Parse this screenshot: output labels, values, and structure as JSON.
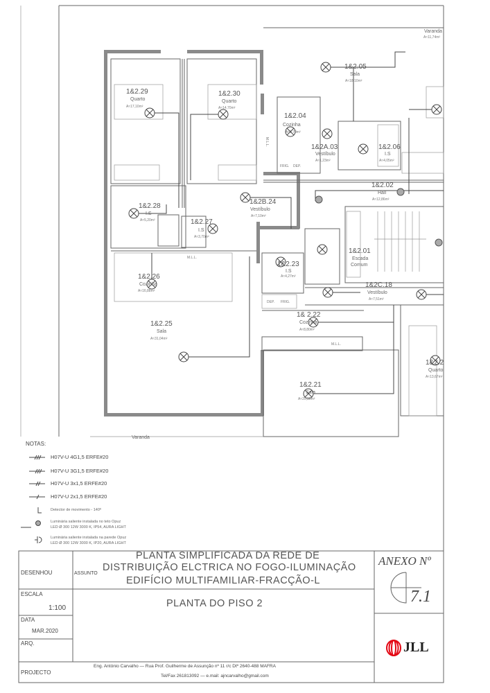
{
  "plan": {
    "rooms": [
      {
        "id": "1&2.29",
        "name": "Quarto",
        "area": "A≈17,10m²"
      },
      {
        "id": "1&2.30",
        "name": "Quarto",
        "area": "A≈14,70m²"
      },
      {
        "id": "1&2.04",
        "name": "Cozinha",
        "area": "A≈9,70m²"
      },
      {
        "id": "1&2.05",
        "name": "Sala",
        "area": "A≈18,10m²"
      },
      {
        "id": "1&2A.03",
        "name": "Vestíbulo",
        "area": "A≈1,23m²"
      },
      {
        "id": "1&2.06",
        "name": "I.S",
        "area": "A≈4,05m²"
      },
      {
        "id": "1&2.02",
        "name": "Hall",
        "area": "A≈12,86m²"
      },
      {
        "id": "1&2.28",
        "name": "I.S",
        "area": "A≈5,20m²"
      },
      {
        "id": "1&2.27",
        "name": "I.S",
        "area": "A≈3,70m²"
      },
      {
        "id": "1&2B.24",
        "name": "Vestíbulo",
        "area": "A≈7,10m²"
      },
      {
        "id": "1&2.01",
        "name": "Escada",
        "area": "Comum"
      },
      {
        "id": "1&2.23",
        "name": "I.S",
        "area": "A≈4,27m²"
      },
      {
        "id": "1&2.26",
        "name": "Cozinha",
        "area": "A≈16,88m²"
      },
      {
        "id": "1&2C.18",
        "name": "Vestíbulo",
        "area": "A≈7,51m²"
      },
      {
        "id": "1& 2.22",
        "name": "Cozinha",
        "area": "A≈8,80m²"
      },
      {
        "id": "1&2.25",
        "name": "Sala",
        "area": "A≈31,04m²"
      },
      {
        "id": "1&2.21",
        "name": "Sala",
        "area": "A≈25,36m²"
      },
      {
        "id": "1&2.2",
        "name": "Quarto",
        "area": "A≈13,67m²"
      }
    ],
    "varanda_top": "Varanda",
    "varanda_top_area": "A≈11,74m²",
    "varanda_bottom": "Varanda",
    "fixtures": {
      "mll": "M.L.L.",
      "frig": "FRIG.",
      "dep": "DEP."
    }
  },
  "notes": {
    "title": "NOTAS:",
    "cables": [
      "H07V-U  4G1,5  ERFE#20",
      "H07V-U  3G1,5  ERFE#20",
      "H07V-U  3x1,5  ERFE#20",
      "H07V-U  2x1,5  ERFE#20"
    ],
    "detector": "Detector de movimento - 140º",
    "ceiling_lamp": [
      "Luminária saliente instalada no teto Opuz",
      "LED Ø 300 12W 3000 K, IP54, AURA LIGHT"
    ],
    "wall_lamp": [
      "Luminária saliente instalada na parede Opuz",
      "LED Ø 300 12W 3000 K, IP20, AURA LIGHT"
    ]
  },
  "title_block": {
    "desenhou_label": "DESENHOU",
    "assunto_label": "ASSUNTO",
    "subject_lines": [
      "PLANTA SIMPLIFICADA DA REDE DE",
      "DISTRIBUIÇÃO ELCTRICA NO FOGO-ILUMINAÇÃO",
      "EDIFÍCIO MULTIFAMILIAR-FRACÇÃO-L"
    ],
    "escala_label": "ESCALA",
    "escala_value": "1:100",
    "sheet_title": "PLANTA DO PISO 2",
    "data_label": "DATA",
    "data_value": "MAR.2020",
    "arq_label": "ARQ.",
    "projecto_label": "PROJECTO",
    "engineer_line": "Eng. António Carvalho  —  Rua Prof. Guilherme de Assunção nº 11 r/c Dtº 2640-488  MAFRA",
    "contact_line": "Tel/Fax  261813092  —  e.mail:  ajncarvalho@gmail.com",
    "anexo_label": "ANEXO Nº",
    "anexo_number": "7.1",
    "logo_text": "JLL",
    "logo_color": "#e30613"
  }
}
